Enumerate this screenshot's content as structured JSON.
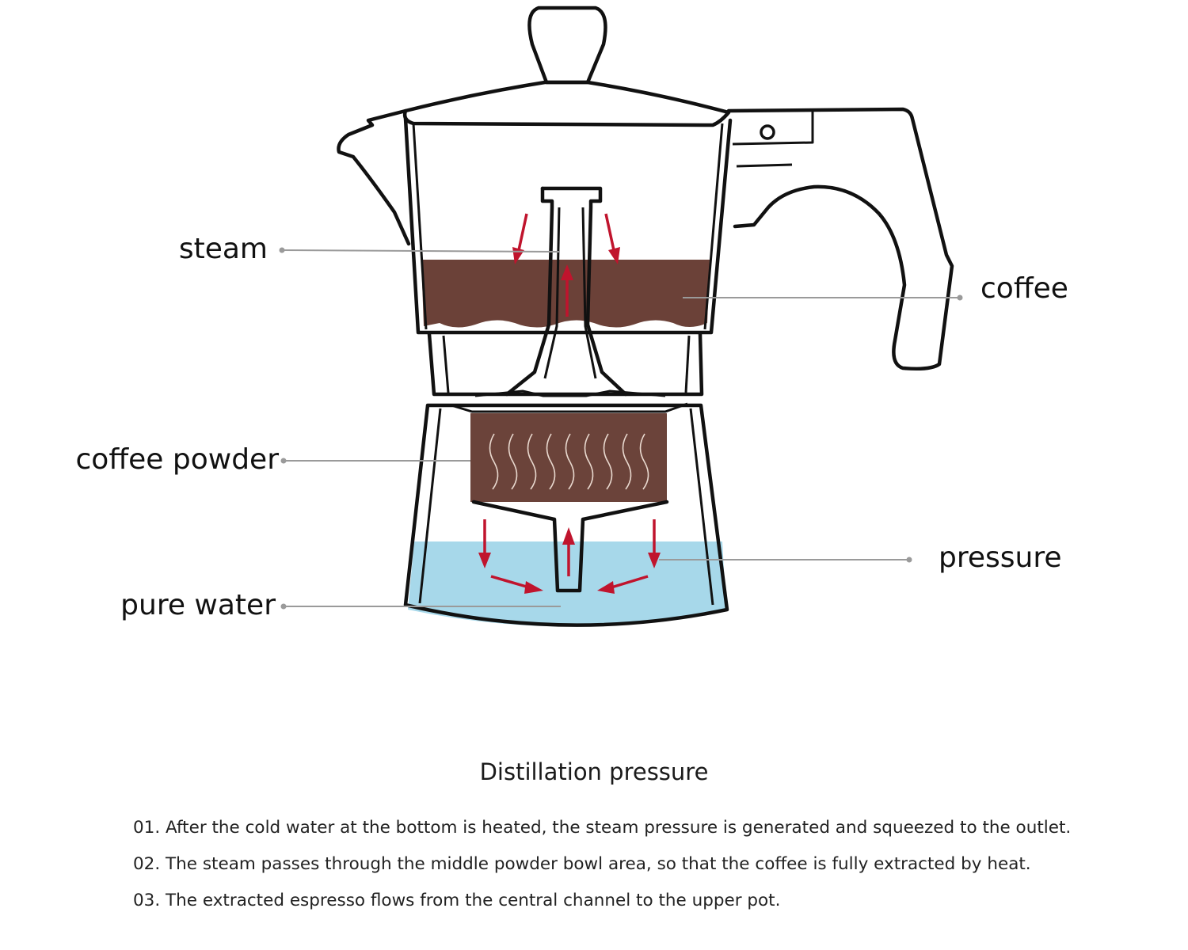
{
  "labels": {
    "steam": "steam",
    "coffee": "coffee",
    "coffee_powder": "coffee powder",
    "pressure": "pressure",
    "pure_water": "pure water"
  },
  "caption": {
    "title": "Distillation pressure",
    "steps": [
      "01. After the cold water at the bottom is heated, the steam pressure is generated and squeezed to the outlet.",
      "02. The steam passes through the middle powder bowl area, so that the coffee is fully extracted by heat.",
      "03. The extracted espresso flows from the central channel to the upper pot."
    ]
  },
  "colors": {
    "coffee": "#6b4138",
    "coffee_powder": "#6b433a",
    "water": "#a7d8ea",
    "arrow": "#c0142d",
    "outline": "#111111",
    "leader": "#9a9a9a"
  }
}
